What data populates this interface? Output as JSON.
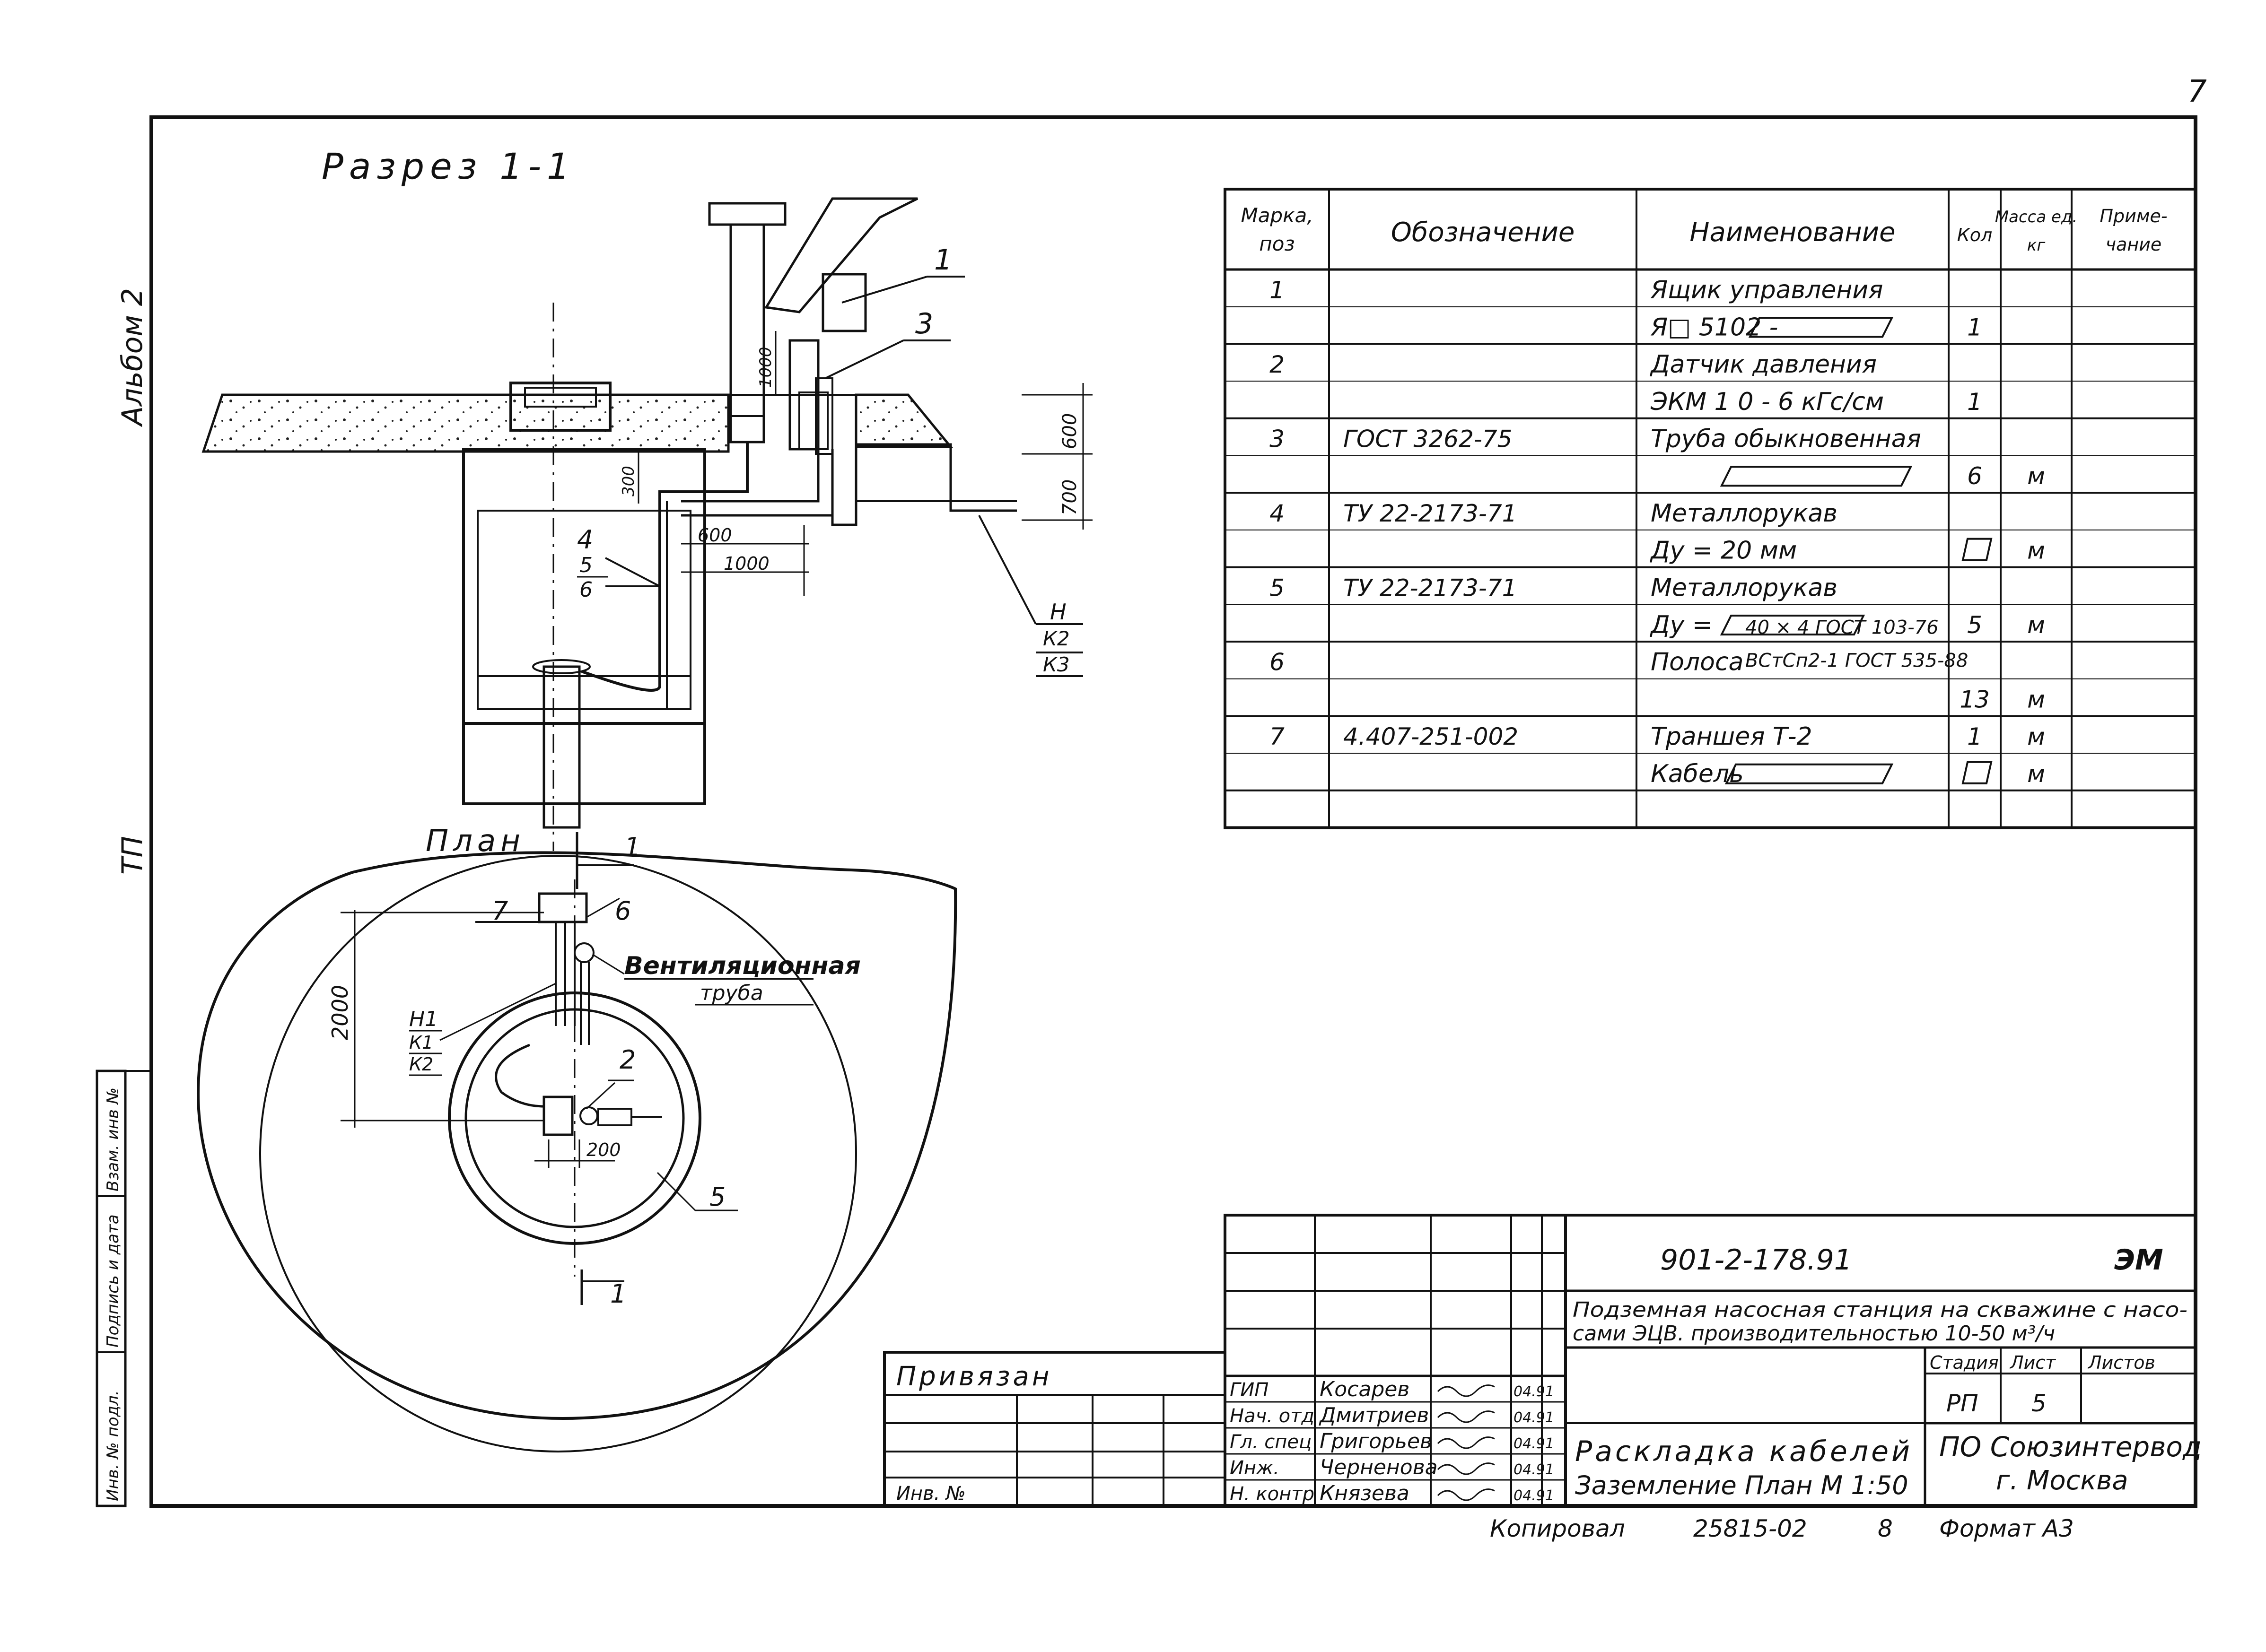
{
  "page_number": "7",
  "section_title": "Разрез 1-1",
  "plan_title": "План",
  "margin": {
    "album": "Альбом 2",
    "series": "ТП",
    "inv_replace": "Взам. инв №",
    "sign_date": "Подпись и дата",
    "inv_orig": "Инв. № подл."
  },
  "spec": {
    "headers": [
      "Марка, поз",
      "Обозначение",
      "Наименование",
      "Кол",
      "Масса ед. кг",
      "Приме- чание"
    ],
    "rows": [
      [
        "1",
        "",
        "Ящик управления",
        "",
        "",
        ""
      ],
      [
        "",
        "",
        "Я□ 5102 -",
        "1",
        "",
        ""
      ],
      [
        "2",
        "",
        "Датчик давления",
        "",
        "",
        ""
      ],
      [
        "",
        "",
        "ЭКМ 1 0 - 6 кГс/см",
        "1",
        "",
        ""
      ],
      [
        "3",
        "ГОСТ 3262-75",
        "Труба обыкновенная",
        "",
        "",
        ""
      ],
      [
        "",
        "",
        "",
        "6",
        "м",
        ""
      ],
      [
        "4",
        "ТУ 22-2173-71",
        "Металлорукав",
        "",
        "",
        ""
      ],
      [
        "",
        "",
        "Ду = 20 мм",
        "",
        "м",
        ""
      ],
      [
        "5",
        "ТУ 22-2173-71",
        "Металлорукав",
        "",
        "",
        ""
      ],
      [
        "",
        "",
        "Ду =",
        "5",
        "м",
        ""
      ],
      [
        "6",
        "",
        "Полоса",
        "",
        "",
        ""
      ],
      [
        "",
        "",
        "",
        "13",
        "м",
        ""
      ],
      [
        "7",
        "4.407-251-002",
        "Траншея Т-2",
        "1",
        "м",
        ""
      ],
      [
        "",
        "",
        "Кабель",
        "",
        "м",
        ""
      ],
      [
        "",
        "",
        "",
        "",
        "",
        ""
      ]
    ],
    "polosa_line1": "40 × 4 ГОСТ 103-76",
    "polosa_line2": "ВСтСп2-1 ГОСТ 535-88"
  },
  "section_labels": {
    "pos1": "1",
    "pos3": "3",
    "pos4": "4",
    "frac_5": "5",
    "frac_6": "6",
    "n_label": "Н",
    "k2": "К2",
    "k3": "К3",
    "d1000_v": "1000",
    "d300": "300",
    "d600": "600",
    "d700": "700",
    "d600h": "600",
    "d1000h": "1000"
  },
  "plan_labels": {
    "cut1_top": "1",
    "cut1_bottom": "1",
    "pos7": "7",
    "pos6": "6",
    "vent_line1": "Вентиляционная",
    "vent_line2": "труба",
    "h1": "Н1",
    "k1": "К1",
    "k2": "К2",
    "d2000": "2000",
    "d200": "200",
    "pos2": "2",
    "pos5": "5"
  },
  "title_block": {
    "code": "901-2-178.91",
    "mark": "ЭМ",
    "project_line1": "Подземная насосная станция на скважине с насо-",
    "project_line2": "сами ЭЦВ. производительностью 10-50 м³/ч",
    "col_stage": "Стадия",
    "col_sheet": "Лист",
    "col_sheets": "Листов",
    "stage": "РП",
    "sheet": "5",
    "sheets": "",
    "drawing_line1": "Раскладка кабелей",
    "drawing_line2": "Заземление План М 1:50",
    "org_line1": "ПО Союзинтервод",
    "org_line2": "г. Москва",
    "privyazan": "Привязан",
    "inv_no": "Инв. №",
    "staff": [
      {
        "role": "ГИП",
        "name": "Косарев",
        "date": "04.91"
      },
      {
        "role": "Нач. отд",
        "name": "Дмитриев",
        "date": "04.91"
      },
      {
        "role": "Гл. спец",
        "name": "Григорьев",
        "date": "04.91"
      },
      {
        "role": "Инж.",
        "name": "Черненова",
        "date": "04.91"
      },
      {
        "role": "Н. контр",
        "name": "Князева",
        "date": "04.91"
      }
    ],
    "copied": "Копировал",
    "order": "25815-02",
    "sheet_count": "8",
    "format": "Формат А3"
  }
}
